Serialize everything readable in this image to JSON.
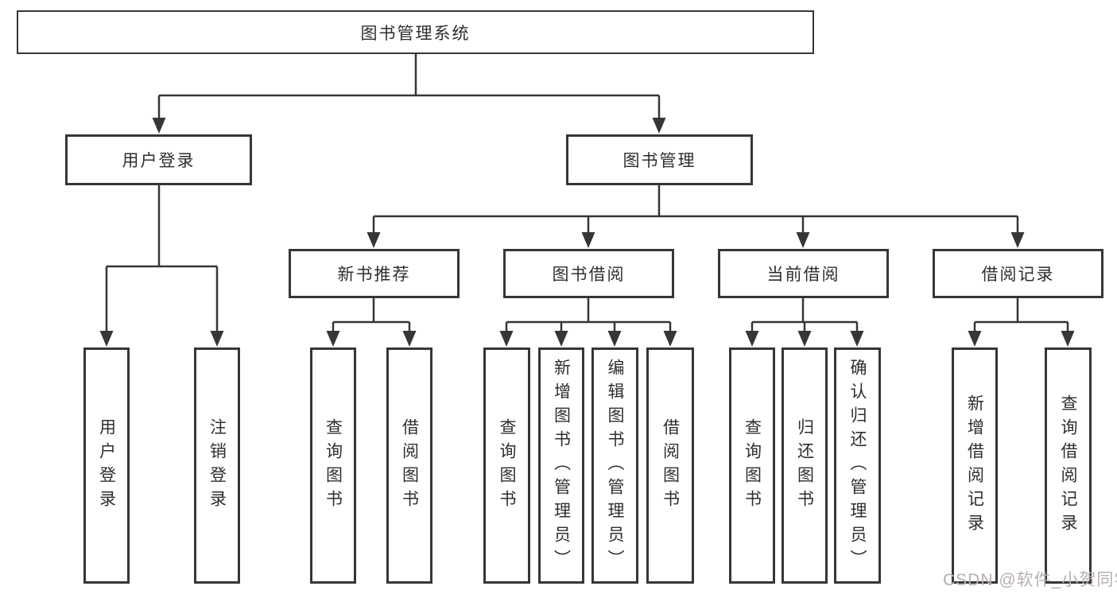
{
  "diagram": {
    "root": {
      "label": "图书管理系统"
    },
    "branches": [
      {
        "label": "用户登录",
        "children": [
          {
            "label": "用户登录"
          },
          {
            "label": "注销登录"
          }
        ]
      },
      {
        "label": "图书管理",
        "children": [
          {
            "label": "新书推荐",
            "children": [
              {
                "label": "查询图书"
              },
              {
                "label": "借阅图书"
              }
            ]
          },
          {
            "label": "图书借阅",
            "children": [
              {
                "label": "查询图书"
              },
              {
                "label": "新增图书（管理员）"
              },
              {
                "label": "编辑图书（管理员）"
              },
              {
                "label": "借阅图书"
              }
            ]
          },
          {
            "label": "当前借阅",
            "children": [
              {
                "label": "查询图书"
              },
              {
                "label": "归还图书"
              },
              {
                "label": "确认归还（管理员）"
              }
            ]
          },
          {
            "label": "借阅记录",
            "children": [
              {
                "label": "新增借阅记录"
              },
              {
                "label": "查询借阅记录"
              }
            ]
          }
        ]
      }
    ]
  },
  "watermark": {
    "text": "CSDN @软件_小贺同学"
  },
  "colors": {
    "line": "#363636",
    "box_border": "#363636",
    "text": "#2e2e2e",
    "watermark": "#b7afaf",
    "background": "#ffffff"
  }
}
